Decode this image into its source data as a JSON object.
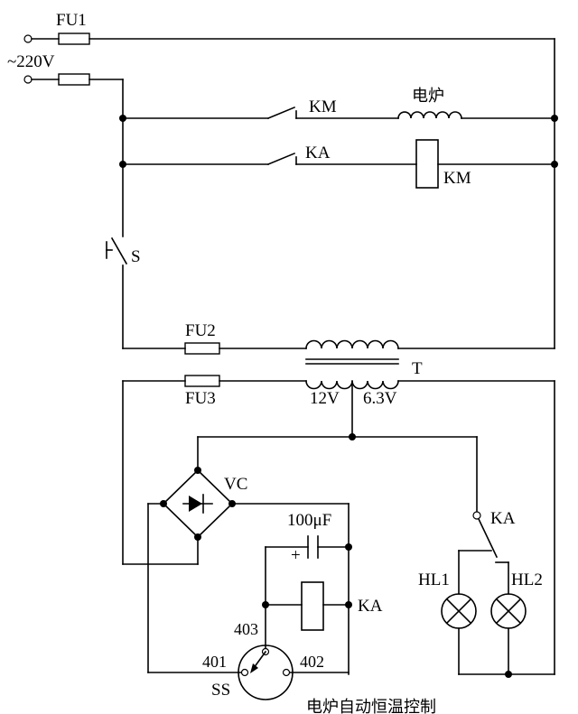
{
  "labels": {
    "fu1": "FU1",
    "supply": "~220V",
    "km_contact": "KM",
    "furnace": "电炉",
    "ka_contact": "KA",
    "km_coil": "KM",
    "switch_s": "S",
    "fu2": "FU2",
    "fu3": "FU3",
    "transformer": "T",
    "tap_12v": "12V",
    "tap_63v": "6.3V",
    "rectifier": "VC",
    "capacitor": "100μF",
    "cap_plus": "+",
    "ka_coil": "KA",
    "ka_switch": "KA",
    "hl1": "HL1",
    "hl2": "HL2",
    "t403": "403",
    "t401": "401",
    "t402": "402",
    "ss": "SS",
    "caption": "电炉自动恒温控制"
  }
}
